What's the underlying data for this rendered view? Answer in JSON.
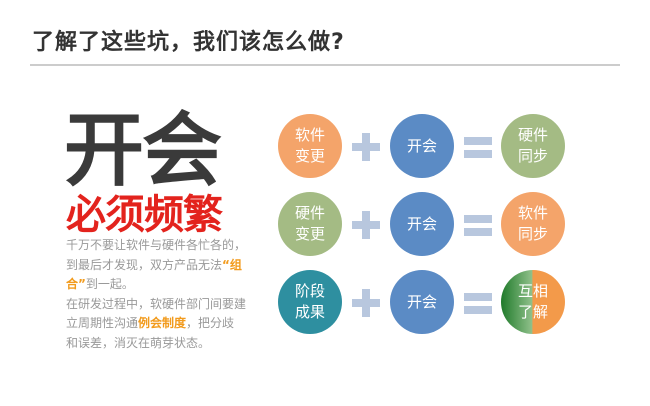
{
  "title": "了解了这些坑，我们该怎么做?",
  "headline": "开会",
  "subheadline": "必须频繁",
  "paragraph": {
    "p1a": "千万不要让软件与硬件各忙各的，到最后才发现，双方产品无法",
    "p1b": "“组合”",
    "p1c": "到一起。",
    "p2a": "在研发过程中，软硬件部门间要建立周期性沟通",
    "p2b": "例会制度",
    "p2c": "，把分歧和误差，消灭在萌芽状态。"
  },
  "rows": [
    {
      "left": [
        "软件",
        "变更"
      ],
      "middle": "开会",
      "right": [
        "硬件",
        "同步"
      ]
    },
    {
      "left": [
        "硬件",
        "变更"
      ],
      "middle": "开会",
      "right": [
        "软件",
        "同步"
      ]
    },
    {
      "left": [
        "阶段",
        "成果"
      ],
      "middle": "开会",
      "right": [
        "互相",
        "了解"
      ]
    }
  ],
  "colors": {
    "orange": "#f4a46a",
    "green": "#a4bb84",
    "blue": "#5b8bc5",
    "teal": "#2e8fa0",
    "red": "#e3231d",
    "highlight": "#f29b1d"
  }
}
